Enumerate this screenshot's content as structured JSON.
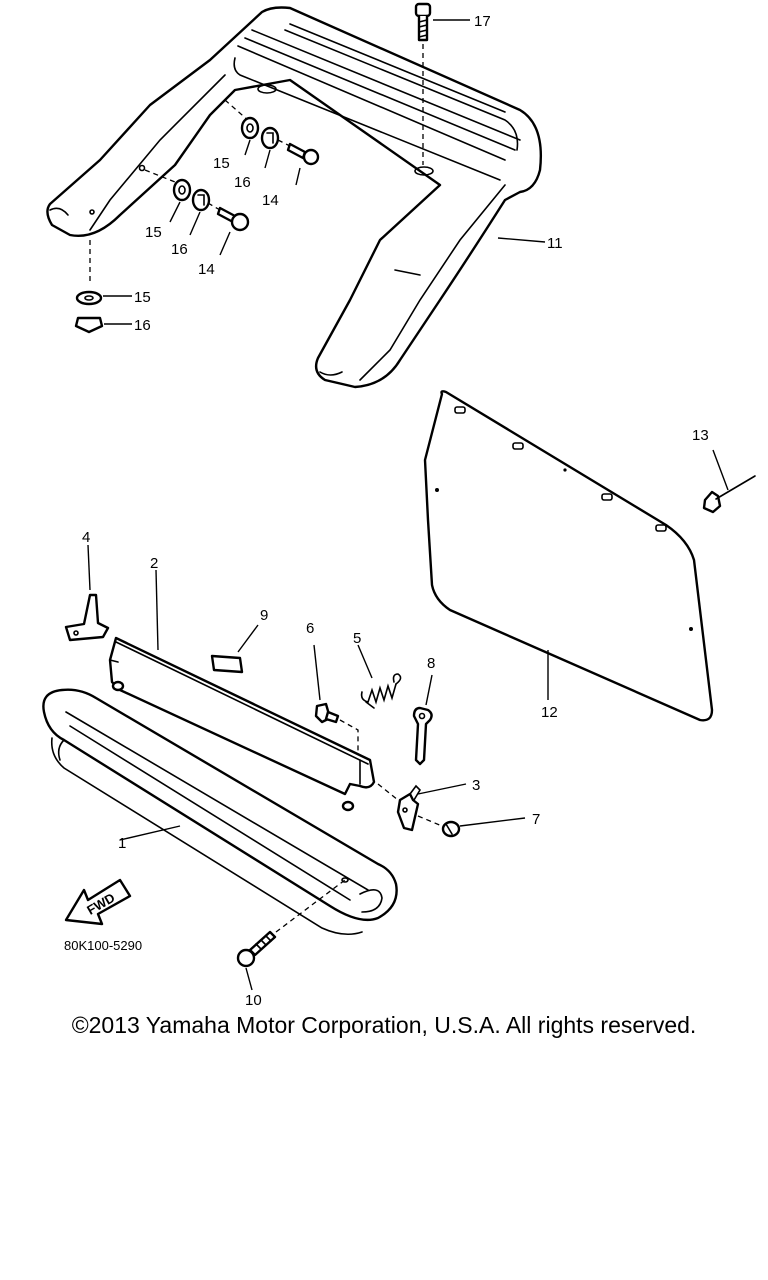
{
  "callouts": {
    "c1": "1",
    "c2": "2",
    "c3": "3",
    "c4": "4",
    "c5": "5",
    "c6": "6",
    "c7": "7",
    "c8": "8",
    "c9": "9",
    "c10": "10",
    "c11": "11",
    "c12": "12",
    "c13": "13",
    "c14a": "14",
    "c14b": "14",
    "c15a": "15",
    "c15b": "15",
    "c15c": "15",
    "c16a": "16",
    "c16b": "16",
    "c16c": "16",
    "c17": "17"
  },
  "direction_badge": "FWD",
  "diagram_code": "80K100-5290",
  "copyright": "©2013 Yamaha Motor Corporation, U.S.A. All rights reserved."
}
